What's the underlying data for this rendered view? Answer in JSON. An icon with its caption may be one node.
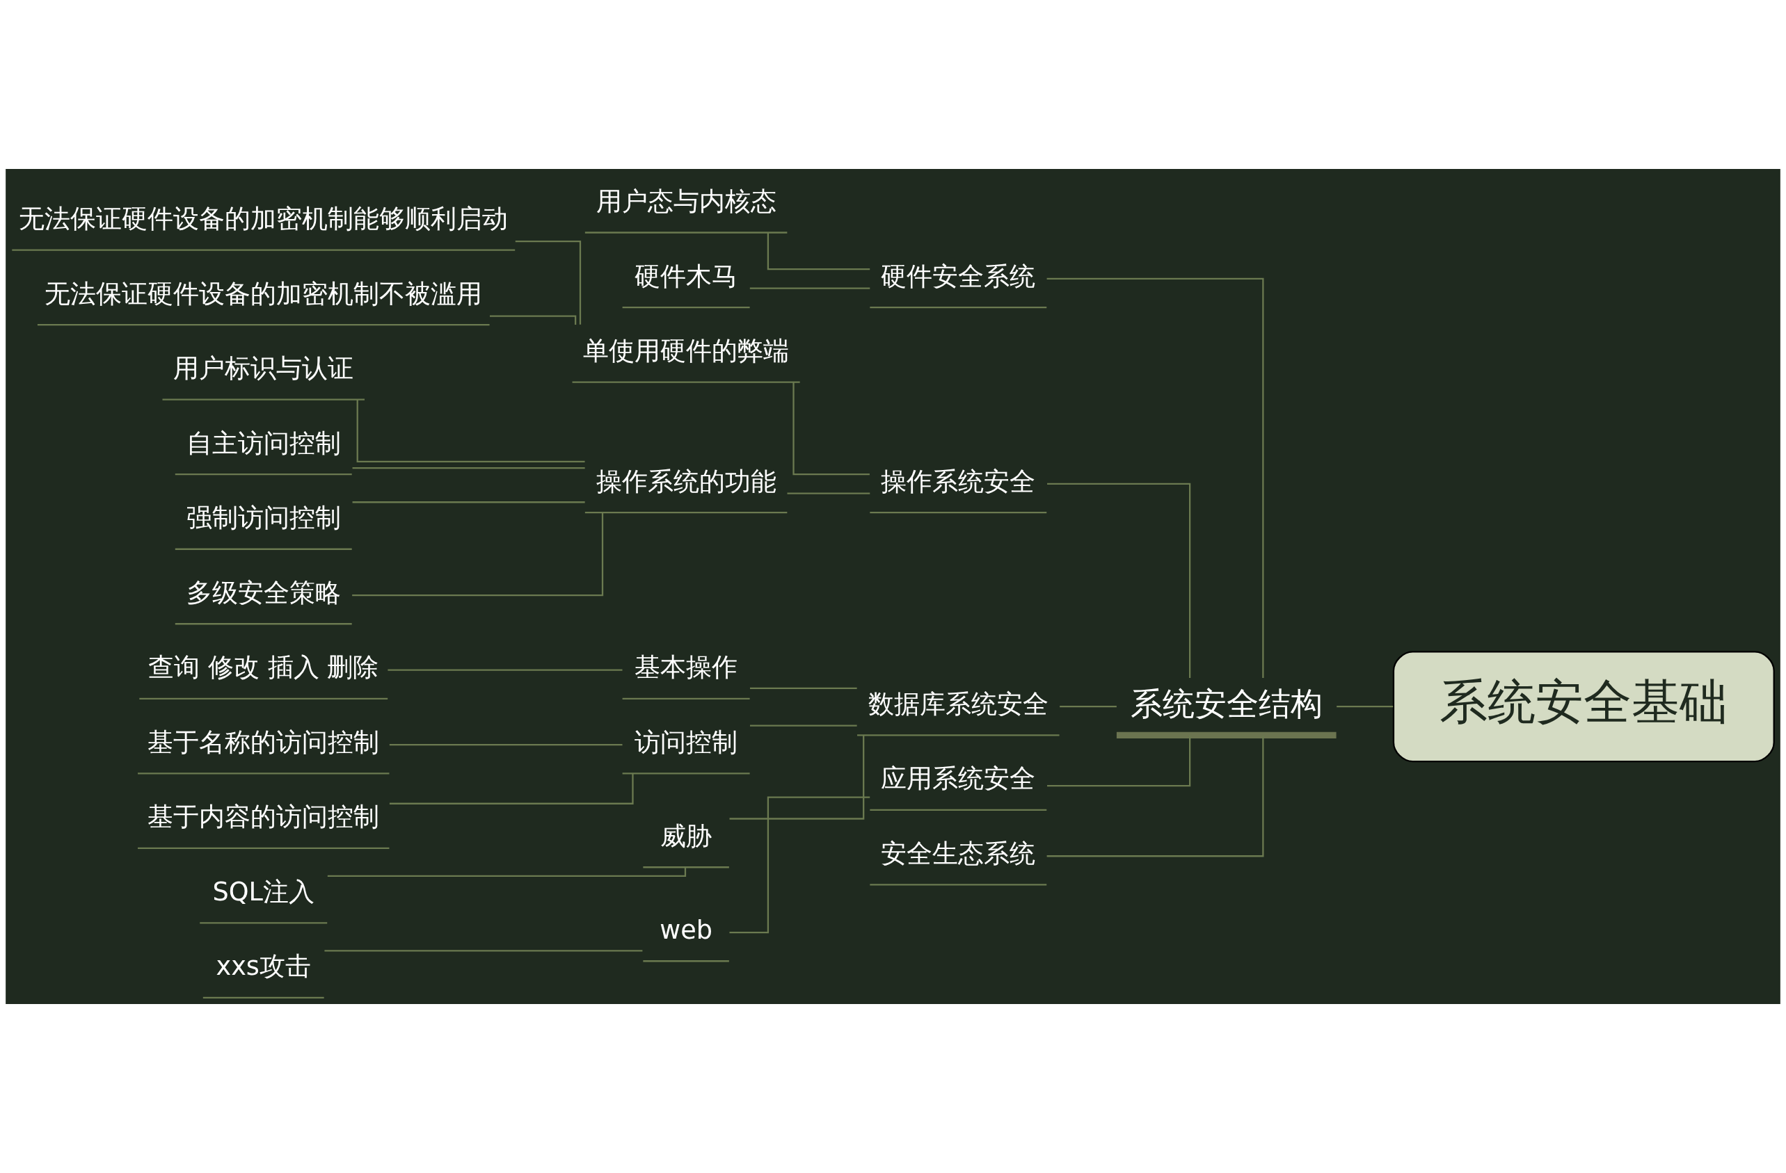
{
  "diagram": {
    "nodes": [
      {
        "text": [
          "系统安全基础"
        ]
      },
      {
        "text": [
          "系统安全结构"
        ]
      },
      {
        "text": [
          "硬件安全系统"
        ]
      },
      {
        "text": [
          "用户态与内核态"
        ]
      },
      {
        "text": [
          "硬件木马"
        ]
      },
      {
        "text": [
          "操作系统安全"
        ]
      },
      {
        "text": [
          "单使用硬件的弊端"
        ]
      },
      {
        "text": [
          "无法保证硬件设备的加密机制能够顺利启动"
        ]
      },
      {
        "text": [
          "无法保证硬件设备的加密机制不被滥用"
        ]
      },
      {
        "text": [
          "操作系统的功能"
        ]
      },
      {
        "text": [
          "用户标识与认证"
        ]
      },
      {
        "text": [
          "自主访问控制"
        ]
      },
      {
        "text": [
          "强制访问控制"
        ]
      },
      {
        "text": [
          "多级安全策略"
        ]
      },
      {
        "text": [
          "数据库系统安全"
        ]
      },
      {
        "text": [
          "基本操作"
        ]
      },
      {
        "text": [
          "查询 修改 插入 删除"
        ]
      },
      {
        "text": [
          "访问控制"
        ]
      },
      {
        "text": [
          "基于名称的访问控制"
        ]
      },
      {
        "text": [
          "基于内容的访问控制"
        ]
      },
      {
        "text": [
          "威胁"
        ]
      },
      {
        "text": [
          "SQL注入"
        ]
      },
      {
        "text": [
          "应用系统安全"
        ]
      },
      {
        "text": [
          "web"
        ]
      },
      {
        "text": [
          "xxs攻击"
        ]
      },
      {
        "text": [
          "安全生态系统"
        ]
      }
    ],
    "edges": [
      {
        "from": 0,
        "to": 1,
        "arrow": "none"
      },
      {
        "from": 1,
        "to": 2,
        "arrow": "none"
      },
      {
        "from": 2,
        "to": 3,
        "arrow": "none"
      },
      {
        "from": 2,
        "to": 4,
        "arrow": "none"
      },
      {
        "from": 1,
        "to": 5,
        "arrow": "none"
      },
      {
        "from": 5,
        "to": 6,
        "arrow": "none"
      },
      {
        "from": 6,
        "to": 7,
        "arrow": "none"
      },
      {
        "from": 6,
        "to": 8,
        "arrow": "none"
      },
      {
        "from": 5,
        "to": 9,
        "arrow": "none"
      },
      {
        "from": 9,
        "to": 10,
        "arrow": "none"
      },
      {
        "from": 9,
        "to": 11,
        "arrow": "none"
      },
      {
        "from": 9,
        "to": 12,
        "arrow": "none"
      },
      {
        "from": 9,
        "to": 13,
        "arrow": "none"
      },
      {
        "from": 1,
        "to": 14,
        "arrow": "none"
      },
      {
        "from": 14,
        "to": 15,
        "arrow": "none"
      },
      {
        "from": 15,
        "to": 16,
        "arrow": "none"
      },
      {
        "from": 14,
        "to": 17,
        "arrow": "none"
      },
      {
        "from": 17,
        "to": 18,
        "arrow": "none"
      },
      {
        "from": 17,
        "to": 19,
        "arrow": "none"
      },
      {
        "from": 14,
        "to": 20,
        "arrow": "none"
      },
      {
        "from": 20,
        "to": 21,
        "arrow": "none"
      },
      {
        "from": 1,
        "to": 22,
        "arrow": "none"
      },
      {
        "from": 22,
        "to": 23,
        "arrow": "none"
      },
      {
        "from": 23,
        "to": 24,
        "arrow": "none"
      },
      {
        "from": 1,
        "to": 25,
        "arrow": "none"
      }
    ]
  }
}
